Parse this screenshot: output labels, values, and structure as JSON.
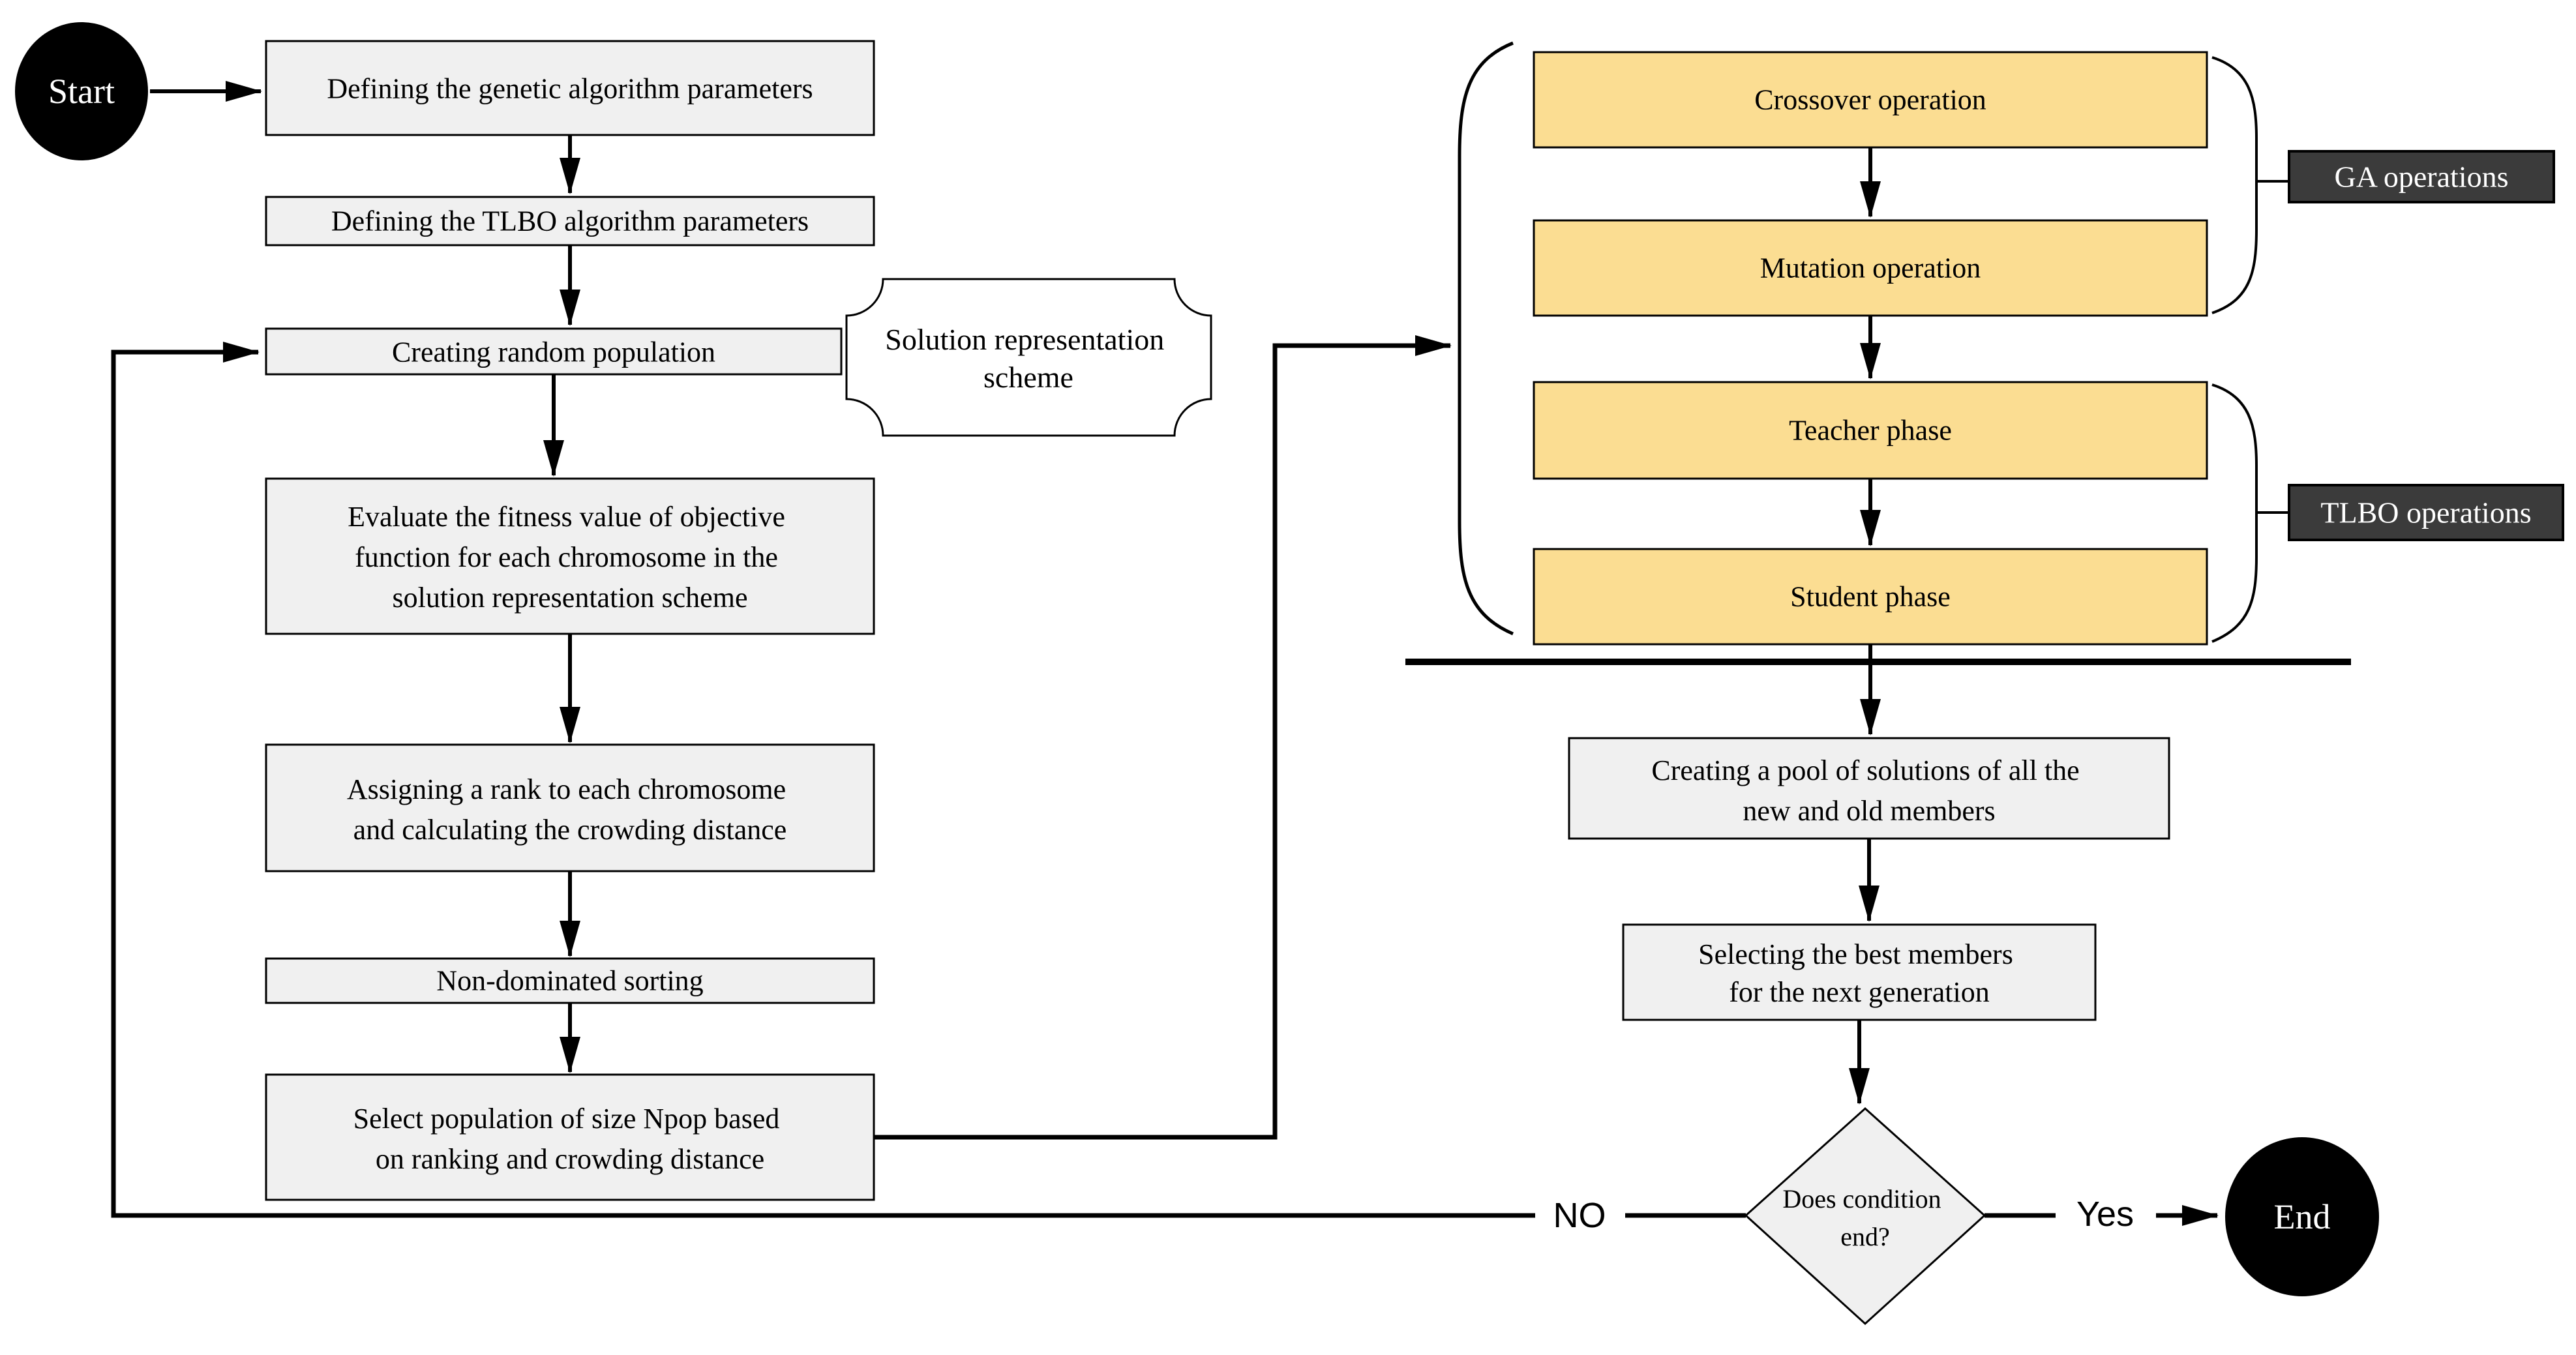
{
  "diagram_type": "flowchart",
  "colors": {
    "background": "#ffffff",
    "process_fill": "#f0f0f0",
    "operation_fill": "#fbdd92",
    "label_box_fill": "#3b3b3b",
    "terminal_fill": "#000000",
    "line_color": "#000000",
    "text_color": "#000000",
    "label_box_text": "#ffffff"
  },
  "nodes": {
    "start": {
      "label": "Start"
    },
    "define_ga": {
      "label": "Defining the genetic algorithm parameters"
    },
    "define_tlbo": {
      "label": "Defining the TLBO algorithm parameters"
    },
    "create_population": {
      "label": "Creating random population"
    },
    "solution_scheme": {
      "lines": [
        "Solution representation",
        "scheme"
      ]
    },
    "evaluate": {
      "lines": [
        "Evaluate the fitness value of objective",
        "function for each chromosome in the",
        "solution representation scheme"
      ]
    },
    "assign_rank": {
      "lines": [
        "Assigning a rank to each chromosome",
        "and calculating the crowding distance"
      ]
    },
    "non_dominated": {
      "label": "Non-dominated sorting"
    },
    "select_population": {
      "lines": [
        "Select population of size Npop based",
        "on ranking and crowding distance"
      ]
    },
    "crossover": {
      "label": "Crossover operation"
    },
    "mutation": {
      "label": "Mutation operation"
    },
    "teacher": {
      "label": "Teacher phase"
    },
    "student": {
      "label": "Student phase"
    },
    "ga_operations": {
      "label": "GA operations"
    },
    "tlbo_operations": {
      "label": "TLBO operations"
    },
    "pool": {
      "lines": [
        "Creating  a pool of solutions of all the",
        "new and old members"
      ]
    },
    "select_best": {
      "lines": [
        "Selecting the best members",
        "for the next generation"
      ]
    },
    "condition": {
      "lines": [
        "Does condition",
        "end?"
      ]
    },
    "end": {
      "label": "End"
    }
  },
  "edges": {
    "yes_label": "Yes",
    "no_label": "NO"
  }
}
